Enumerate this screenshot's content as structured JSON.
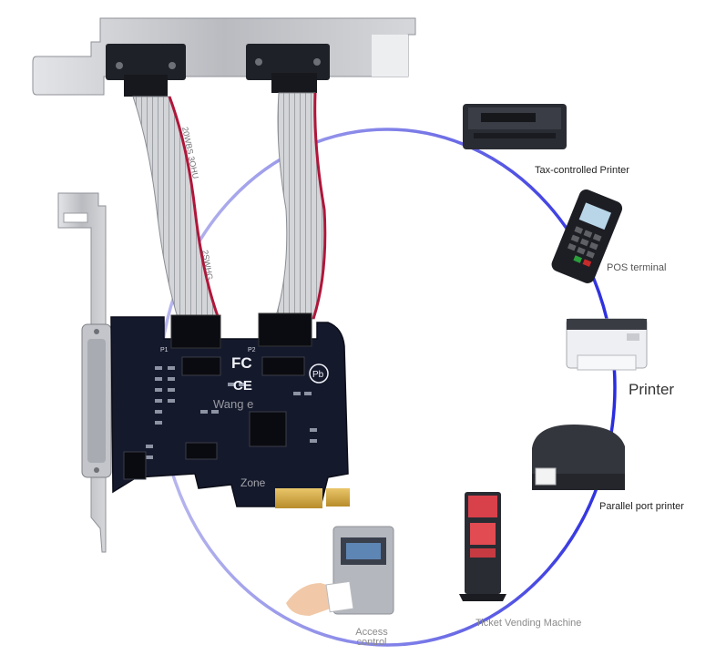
{
  "colors": {
    "ring_start": "#b9b8ee",
    "ring_end": "#2a2ce0",
    "pcb": "#15192c",
    "bracket": "#c9cbd0",
    "ribbon": "#cfd1d4"
  },
  "devices": [
    {
      "label": "Tax-controlled Printer",
      "icon": "tax-printer-icon"
    },
    {
      "label": "POS terminal",
      "icon": "pos-terminal-icon"
    },
    {
      "label": "Printer",
      "icon": "laser-printer-icon"
    },
    {
      "label": "Parallel port printer",
      "icon": "label-printer-icon"
    },
    {
      "label": "Ticket Vending Machine",
      "icon": "ticket-kiosk-icon"
    },
    {
      "label_line1": "Access",
      "label_line2": "control",
      "icon": "access-control-icon"
    }
  ],
  "card": {
    "port1": "P1",
    "port2": "P2",
    "fc": "FC",
    "ce": "CE",
    "pb": "Pb",
    "watermark1": "Wang e",
    "watermark2": "Zone",
    "ribbon_text1": "20WBS 3OHU",
    "ribbon_text2": "2SWHG"
  }
}
